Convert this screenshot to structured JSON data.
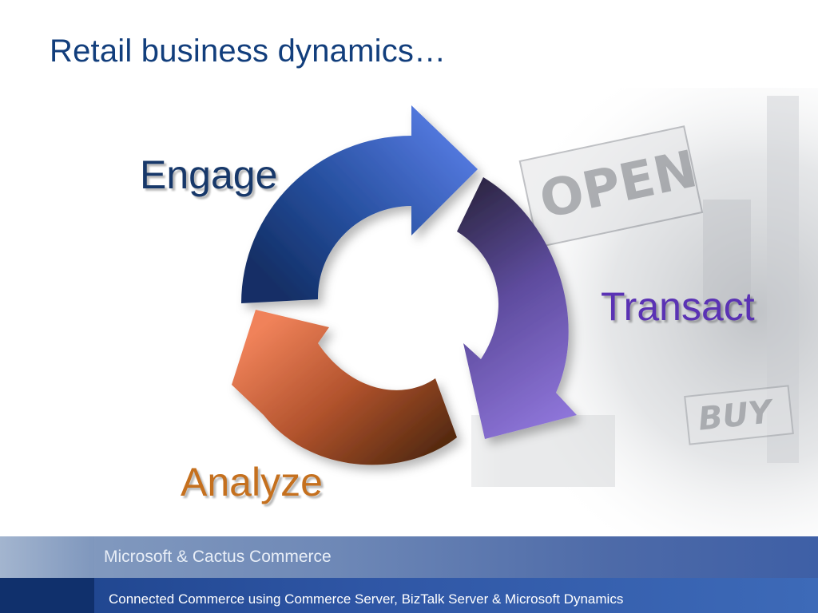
{
  "slide": {
    "title": "Retail business dynamics…"
  },
  "cycle": {
    "stages": [
      {
        "label": "Engage",
        "color": "#17386a",
        "arrow_colors": [
          "#1b3f80",
          "#4f72d6"
        ]
      },
      {
        "label": "Transact",
        "color": "#5a32b4",
        "arrow_colors": [
          "#3c2f66",
          "#8f74d6"
        ]
      },
      {
        "label": "Analyze",
        "color": "#c5701e",
        "arrow_colors": [
          "#e4764f",
          "#62300f"
        ]
      }
    ]
  },
  "background_photo": {
    "signs": [
      "OPEN",
      "BUY"
    ]
  },
  "footer": {
    "organization": "Microsoft & Cactus Commerce",
    "product_line": "Connected Commerce using Commerce Server, BizTalk Server & Microsoft Dynamics",
    "colors": {
      "top_band": "#6f89b7",
      "bottom_band": "#2f56a5",
      "dark_block": "#10306c"
    }
  }
}
